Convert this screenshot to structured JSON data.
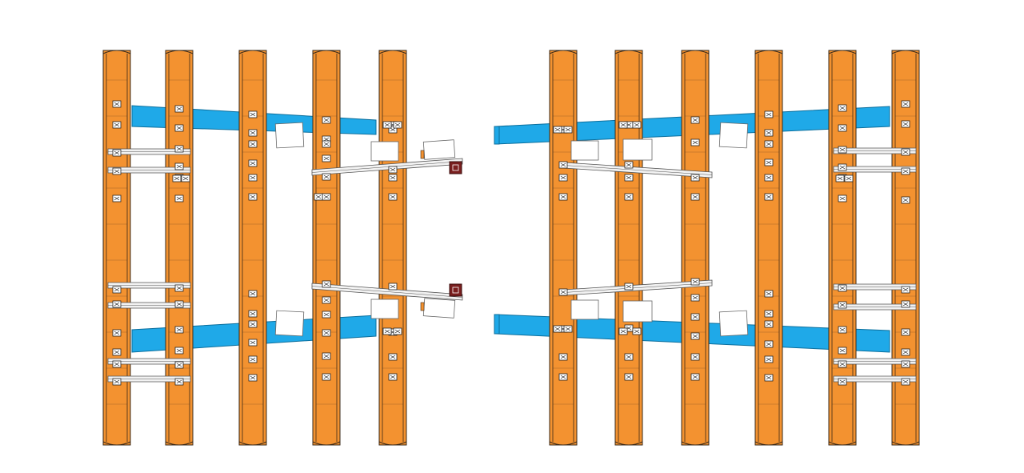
{
  "drawing": {
    "kind": "structural-plan",
    "colors": {
      "background": "#ffffff",
      "girder": "#f39230",
      "girder_edge": "#3a2a1a",
      "brace": "#1fa9e8",
      "brace_edge": "#0b6e9c",
      "crossframe": "#f2f2f2",
      "crossframe_edge": "#555555",
      "plate": "#ffffff",
      "bolt": "#ffffff",
      "end_cap": "#7a1f1f"
    },
    "assemblies": [
      {
        "name": "left-assembly",
        "girder_count": 5
      },
      {
        "name": "right-assembly",
        "girder_count": 6
      }
    ],
    "icons": [
      "bolt-icon",
      "connection-plate-icon",
      "end-cap-icon"
    ]
  }
}
